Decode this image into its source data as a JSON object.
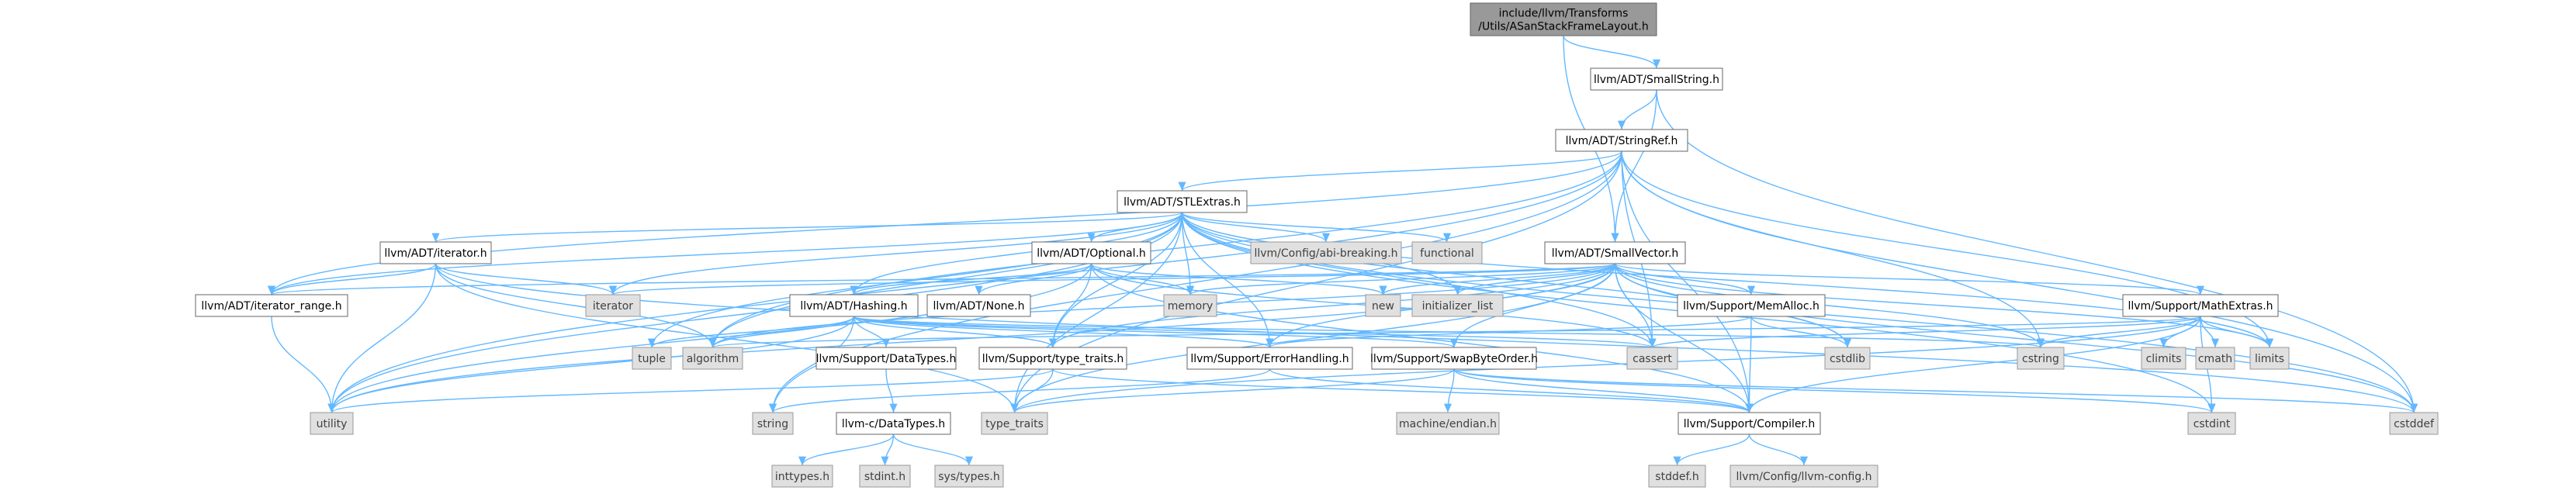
{
  "graph": {
    "colors": {
      "root_fill": "#999999",
      "root_stroke": "#666666",
      "header_fill": "#ffffff",
      "header_stroke": "#666666",
      "system_fill": "#e0e0e0",
      "system_stroke": "#999999",
      "edge": "#63b8ff",
      "text": "#000000",
      "system_text": "#404040"
    },
    "nodes": [
      {
        "id": "root",
        "label": "include/llvm/Transforms\n/Utils/ASanStackFrameLayout.h",
        "kind": "root"
      },
      {
        "id": "smallstring",
        "label": "llvm/ADT/SmallString.h",
        "kind": "header"
      },
      {
        "id": "stringref",
        "label": "llvm/ADT/StringRef.h",
        "kind": "header"
      },
      {
        "id": "stlextras",
        "label": "llvm/ADT/STLExtras.h",
        "kind": "header"
      },
      {
        "id": "smallvector",
        "label": "llvm/ADT/SmallVector.h",
        "kind": "header"
      },
      {
        "id": "iterator",
        "label": "llvm/ADT/iterator.h",
        "kind": "header"
      },
      {
        "id": "optional",
        "label": "llvm/ADT/Optional.h",
        "kind": "header"
      },
      {
        "id": "abibreaking",
        "label": "llvm/Config/abi-breaking.h",
        "kind": "system"
      },
      {
        "id": "functional",
        "label": "functional",
        "kind": "system"
      },
      {
        "id": "itrange",
        "label": "llvm/ADT/iterator_range.h",
        "kind": "header"
      },
      {
        "id": "iteratorsys",
        "label": "iterator",
        "kind": "system"
      },
      {
        "id": "memory",
        "label": "memory",
        "kind": "system"
      },
      {
        "id": "new",
        "label": "new",
        "kind": "system"
      },
      {
        "id": "initlist",
        "label": "initializer_list",
        "kind": "system"
      },
      {
        "id": "memalloc",
        "label": "llvm/Support/MemAlloc.h",
        "kind": "header"
      },
      {
        "id": "mathextras",
        "label": "llvm/Support/MathExtras.h",
        "kind": "header"
      },
      {
        "id": "hashing",
        "label": "llvm/ADT/Hashing.h",
        "kind": "header"
      },
      {
        "id": "none",
        "label": "llvm/ADT/None.h",
        "kind": "header"
      },
      {
        "id": "tuple",
        "label": "tuple",
        "kind": "system"
      },
      {
        "id": "algorithm",
        "label": "algorithm",
        "kind": "system"
      },
      {
        "id": "datatypes",
        "label": "llvm/Support/DataTypes.h",
        "kind": "header"
      },
      {
        "id": "typetraitsh",
        "label": "llvm/Support/type_traits.h",
        "kind": "header"
      },
      {
        "id": "errorhandling",
        "label": "llvm/Support/ErrorHandling.h",
        "kind": "header"
      },
      {
        "id": "swapbyteorder",
        "label": "llvm/Support/SwapByteOrder.h",
        "kind": "header"
      },
      {
        "id": "cassert",
        "label": "cassert",
        "kind": "system"
      },
      {
        "id": "cstdlib",
        "label": "cstdlib",
        "kind": "system"
      },
      {
        "id": "cstring",
        "label": "cstring",
        "kind": "system"
      },
      {
        "id": "climits",
        "label": "climits",
        "kind": "system"
      },
      {
        "id": "cmath",
        "label": "cmath",
        "kind": "system"
      },
      {
        "id": "limits",
        "label": "limits",
        "kind": "system"
      },
      {
        "id": "utility",
        "label": "utility",
        "kind": "system"
      },
      {
        "id": "string",
        "label": "string",
        "kind": "system"
      },
      {
        "id": "typetraits",
        "label": "type_traits",
        "kind": "system"
      },
      {
        "id": "cdatatypes",
        "label": "llvm-c/DataTypes.h",
        "kind": "header"
      },
      {
        "id": "endian",
        "label": "machine/endian.h",
        "kind": "system"
      },
      {
        "id": "compiler",
        "label": "llvm/Support/Compiler.h",
        "kind": "header"
      },
      {
        "id": "cstdint",
        "label": "cstdint",
        "kind": "system"
      },
      {
        "id": "cstddef",
        "label": "cstddef",
        "kind": "system"
      },
      {
        "id": "inttypes",
        "label": "inttypes.h",
        "kind": "system"
      },
      {
        "id": "stdint",
        "label": "stdint.h",
        "kind": "system"
      },
      {
        "id": "systypes",
        "label": "sys/types.h",
        "kind": "system"
      },
      {
        "id": "stddef",
        "label": "stddef.h",
        "kind": "system"
      },
      {
        "id": "llvmconfig",
        "label": "llvm/Config/llvm-config.h",
        "kind": "system"
      }
    ],
    "edges": [
      [
        "root",
        "smallstring"
      ],
      [
        "root",
        "smallvector"
      ],
      [
        "smallstring",
        "stringref"
      ],
      [
        "smallstring",
        "smallvector"
      ],
      [
        "smallstring",
        "cstddef"
      ],
      [
        "stringref",
        "stlextras"
      ],
      [
        "stringref",
        "itrange"
      ],
      [
        "stringref",
        "compiler"
      ],
      [
        "stringref",
        "algorithm"
      ],
      [
        "stringref",
        "cassert"
      ],
      [
        "stringref",
        "cstddef"
      ],
      [
        "stringref",
        "cstring"
      ],
      [
        "stringref",
        "limits"
      ],
      [
        "stringref",
        "string"
      ],
      [
        "stringref",
        "typetraits"
      ],
      [
        "stringref",
        "utility"
      ],
      [
        "stlextras",
        "abibreaking"
      ],
      [
        "stlextras",
        "functional"
      ],
      [
        "stlextras",
        "optional"
      ],
      [
        "stlextras",
        "iterator"
      ],
      [
        "stlextras",
        "itrange"
      ],
      [
        "stlextras",
        "iteratorsys"
      ],
      [
        "stlextras",
        "memory"
      ],
      [
        "stlextras",
        "initlist"
      ],
      [
        "stlextras",
        "tuple"
      ],
      [
        "stlextras",
        "algorithm"
      ],
      [
        "stlextras",
        "typetraitsh"
      ],
      [
        "stlextras",
        "errorhandling"
      ],
      [
        "stlextras",
        "cassert"
      ],
      [
        "stlextras",
        "cstddef"
      ],
      [
        "stlextras",
        "cstdint"
      ],
      [
        "stlextras",
        "cstdlib"
      ],
      [
        "stlextras",
        "limits"
      ],
      [
        "stlextras",
        "typetraits"
      ],
      [
        "stlextras",
        "utility"
      ],
      [
        "stlextras",
        "hashing"
      ],
      [
        "smallvector",
        "compiler"
      ],
      [
        "smallvector",
        "mathextras"
      ],
      [
        "smallvector",
        "memalloc"
      ],
      [
        "smallvector",
        "typetraitsh"
      ],
      [
        "smallvector",
        "algorithm"
      ],
      [
        "smallvector",
        "cassert"
      ],
      [
        "smallvector",
        "cstddef"
      ],
      [
        "smallvector",
        "cstdlib"
      ],
      [
        "smallvector",
        "cstring"
      ],
      [
        "smallvector",
        "initlist"
      ],
      [
        "smallvector",
        "iteratorsys"
      ],
      [
        "smallvector",
        "limits"
      ],
      [
        "smallvector",
        "memory"
      ],
      [
        "smallvector",
        "new"
      ],
      [
        "smallvector",
        "typetraits"
      ],
      [
        "smallvector",
        "utility"
      ],
      [
        "smallvector",
        "itrange"
      ],
      [
        "smallvector",
        "errorhandling"
      ],
      [
        "smallvector",
        "swapbyteorder"
      ],
      [
        "iterator",
        "itrange"
      ],
      [
        "iterator",
        "iteratorsys"
      ],
      [
        "iterator",
        "algorithm"
      ],
      [
        "iterator",
        "utility"
      ],
      [
        "iterator",
        "typetraits"
      ],
      [
        "iterator",
        "cstddef"
      ],
      [
        "itrange",
        "utility"
      ],
      [
        "optional",
        "hashing"
      ],
      [
        "optional",
        "none"
      ],
      [
        "optional",
        "compiler"
      ],
      [
        "optional",
        "typetraitsh"
      ],
      [
        "optional",
        "cassert"
      ],
      [
        "optional",
        "memory"
      ],
      [
        "optional",
        "new"
      ],
      [
        "optional",
        "utility"
      ],
      [
        "hashing",
        "datatypes"
      ],
      [
        "hashing",
        "errorhandling"
      ],
      [
        "hashing",
        "swapbyteorder"
      ],
      [
        "hashing",
        "typetraitsh"
      ],
      [
        "hashing",
        "algorithm"
      ],
      [
        "hashing",
        "cassert"
      ],
      [
        "hashing",
        "cstring"
      ],
      [
        "hashing",
        "string"
      ],
      [
        "hashing",
        "tuple"
      ],
      [
        "hashing",
        "utility"
      ],
      [
        "memalloc",
        "compiler"
      ],
      [
        "memalloc",
        "errorhandling"
      ],
      [
        "memalloc",
        "cstdlib"
      ],
      [
        "mathextras",
        "compiler"
      ],
      [
        "mathextras",
        "algorithm"
      ],
      [
        "mathextras",
        "cassert"
      ],
      [
        "mathextras",
        "climits"
      ],
      [
        "mathextras",
        "cmath"
      ],
      [
        "mathextras",
        "cstdint"
      ],
      [
        "mathextras",
        "cstring"
      ],
      [
        "mathextras",
        "limits"
      ],
      [
        "mathextras",
        "typetraits"
      ],
      [
        "datatypes",
        "cdatatypes"
      ],
      [
        "typetraitsh",
        "compiler"
      ],
      [
        "typetraitsh",
        "typetraits"
      ],
      [
        "typetraitsh",
        "utility"
      ],
      [
        "errorhandling",
        "compiler"
      ],
      [
        "errorhandling",
        "string"
      ],
      [
        "swapbyteorder",
        "compiler"
      ],
      [
        "swapbyteorder",
        "cstddef"
      ],
      [
        "swapbyteorder",
        "cstdint"
      ],
      [
        "swapbyteorder",
        "typetraits"
      ],
      [
        "swapbyteorder",
        "endian"
      ],
      [
        "cdatatypes",
        "inttypes"
      ],
      [
        "cdatatypes",
        "stdint"
      ],
      [
        "cdatatypes",
        "systypes"
      ],
      [
        "compiler",
        "stddef"
      ],
      [
        "compiler",
        "llvmconfig"
      ]
    ]
  }
}
